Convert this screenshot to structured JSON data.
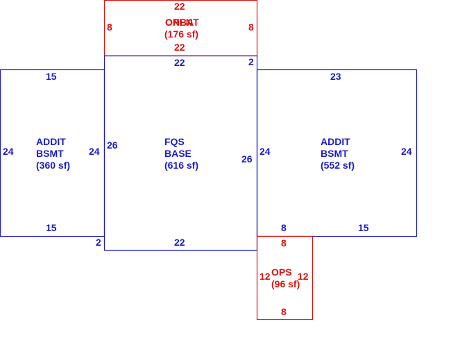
{
  "colors": {
    "blue": "#1a1acc",
    "red": "#dd1111"
  },
  "areas": {
    "onbat": {
      "lines": [
        "OPEN",
        "ONBAT",
        "(176 sf)"
      ],
      "dims": {
        "top": "22",
        "bottom": "22",
        "left": "8",
        "right": "8"
      }
    },
    "addit_left": {
      "lines": [
        "ADDIT",
        "BSMT",
        "(360 sf)"
      ],
      "dims": {
        "top": "15",
        "bottom": "15",
        "left": "24",
        "right": "24"
      }
    },
    "fqs_base": {
      "lines": [
        "FQS",
        "BASE",
        "(616 sf)"
      ],
      "dims": {
        "top": "22",
        "bottom": "22",
        "left": "26",
        "right": "26",
        "top_right_jog": "2",
        "bottom_left_jog": "2"
      }
    },
    "addit_right": {
      "lines": [
        "ADDIT",
        "BSMT",
        "(552 sf)"
      ],
      "dims": {
        "top": "23",
        "bottom_left": "8",
        "bottom_right": "15",
        "left": "24",
        "right": "24"
      }
    },
    "ops": {
      "lines": [
        "OPS",
        "(96 sf)"
      ],
      "dims": {
        "top": "8",
        "bottom": "8",
        "left": "12",
        "right": "12"
      }
    }
  }
}
